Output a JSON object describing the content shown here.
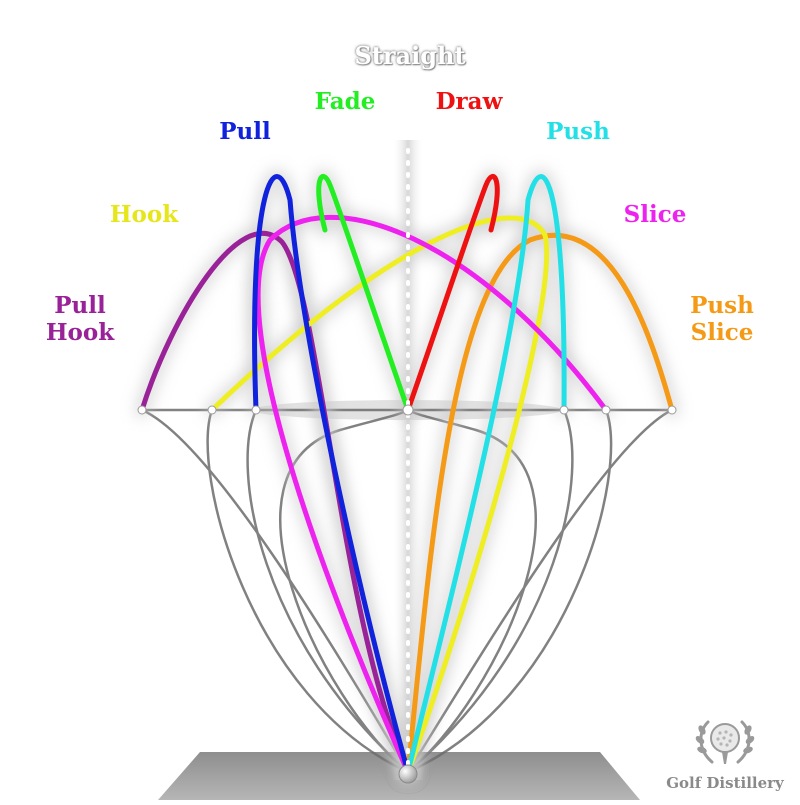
{
  "labels": {
    "straight": "Straight",
    "fade": "Fade",
    "draw": "Draw",
    "pull": "Pull",
    "push": "Push",
    "hook": "Hook",
    "slice": "Slice",
    "pull_hook_line1": "Pull",
    "pull_hook_line2": "Hook",
    "push_slice_line1": "Push",
    "push_slice_line2": "Slice"
  },
  "brand": {
    "name": "Golf Distillery"
  },
  "colors": {
    "straight": "#ffffff",
    "fade": "#22ee22",
    "draw": "#ee1111",
    "pull": "#1122dd",
    "push": "#22e0e6",
    "hook": "#eeee22",
    "slice": "#ee22ee",
    "pull_hook": "#992299",
    "push_slice": "#f49a16",
    "guide": "#6c6c6c",
    "brand": "#8a8a8a"
  }
}
